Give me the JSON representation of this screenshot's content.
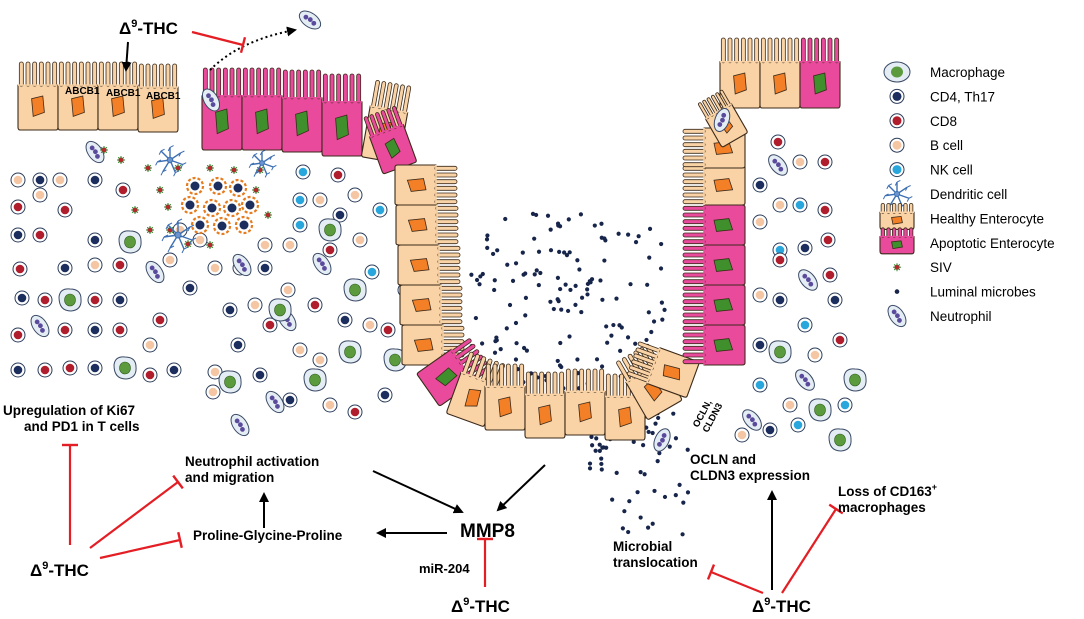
{
  "drug": {
    "delta": "Δ",
    "superscript": "9",
    "suffix": "-THC"
  },
  "labels": {
    "abcb1": "ABCB1",
    "ki67_line1": "Upregulation of Ki67",
    "ki67_line2": "and PD1 in T cells",
    "neutro_line1": "Neutrophil activation",
    "neutro_line2": "and migration",
    "pgp": "Proline-Glycine-Proline",
    "mmp8": "MMP8",
    "mir204": "miR-204",
    "microbial_line1": "Microbial",
    "microbial_line2": "translocation",
    "ocln_line1": "OCLN and",
    "ocln_line2": "CLDN3 expression",
    "cd163_prefix": "Loss of CD163",
    "cd163_sup": "+",
    "cd163_line2": "macrophages",
    "tj_ocln": "OCLN,",
    "tj_cldn3": "CLDN3"
  },
  "legend": [
    {
      "label": "Macrophage",
      "icon": "macrophage-icon"
    },
    {
      "label": "CD4, Th17",
      "icon": "cd4-th17-icon"
    },
    {
      "label": "CD8",
      "icon": "cd8-icon"
    },
    {
      "label": "B cell",
      "icon": "b-cell-icon"
    },
    {
      "label": "NK cell",
      "icon": "nk-cell-icon"
    },
    {
      "label": "Dendritic cell",
      "icon": "dendritic-cell-icon"
    },
    {
      "label": "Healthy Enterocyte",
      "icon": "healthy-enterocyte-icon"
    },
    {
      "label": "Apoptotic Enterocyte",
      "icon": "apoptotic-enterocyte-icon"
    },
    {
      "label": "SIV",
      "icon": "siv-icon"
    },
    {
      "label": "Luminal microbes",
      "icon": "luminal-microbe-icon"
    },
    {
      "label": "Neutrophil",
      "icon": "neutrophil-icon"
    }
  ],
  "colors": {
    "healthy_enterocyte": "#f9d3a6",
    "apoptotic_enterocyte": "#ea4a9c",
    "nucleus_healthy": "#f37f26",
    "nucleus_apoptotic": "#3f8f2c",
    "inhibition": "#e31e24",
    "cd4_th17": "#1c2e5e",
    "cd8": "#b01d2d",
    "b_cell": "#f4c6a4",
    "nk_cell": "#29a7dd",
    "macrophage_nucleus": "#5b9b3e",
    "microbe": "#17254b",
    "siv": "#b8262d"
  }
}
